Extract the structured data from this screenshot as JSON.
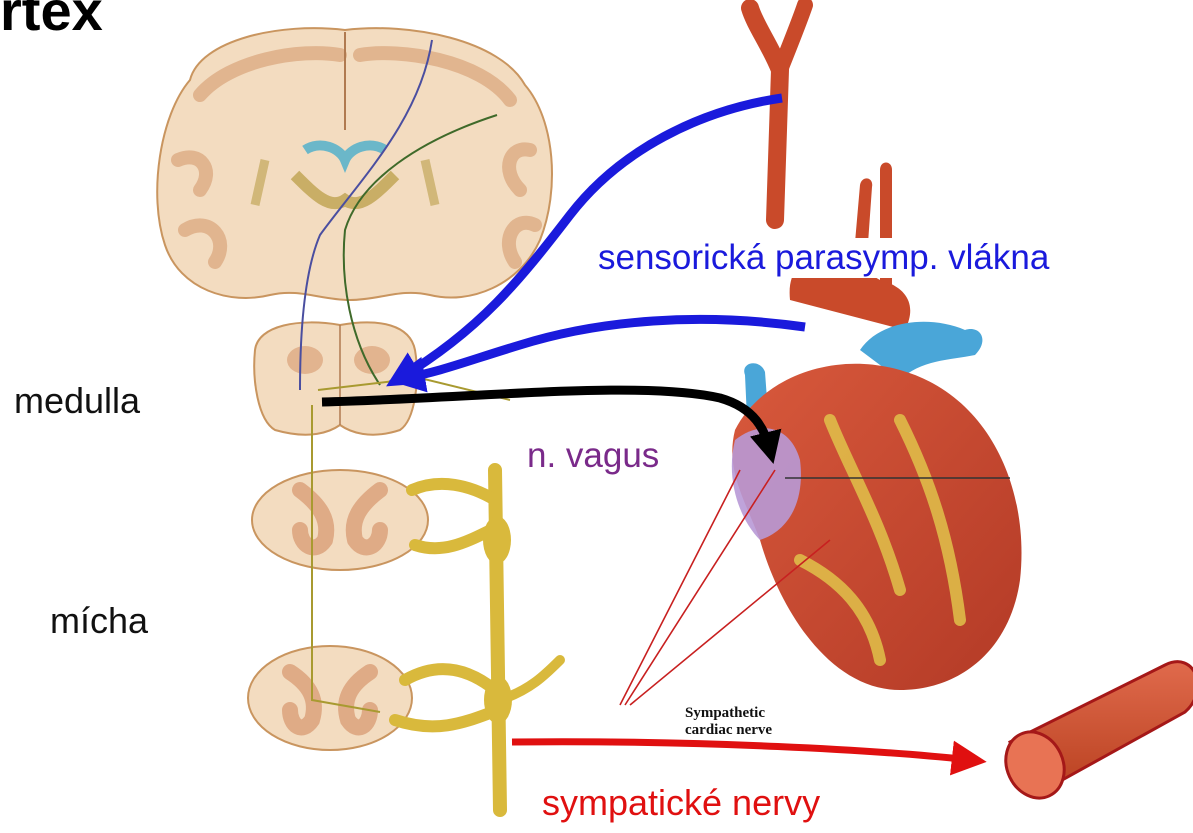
{
  "title_fragment": "rtex",
  "labels": {
    "medulla": "medulla",
    "spinal_cord": "mícha",
    "sensory": "sensorická parasymp. vlákna",
    "vagus": "n. vagus",
    "sympathetic": "sympatické nervy",
    "cardiac_nerve_line1": "Sympathetic",
    "cardiac_nerve_line2": "cardiac nerve"
  },
  "colors": {
    "sensory_arrow": "#1a1adc",
    "vagus_arrow": "#000000",
    "sympathetic_arrow": "#e01010",
    "vagus_text": "#7a2a8a",
    "vessel": "#c94a2a",
    "brain_tissue": "#f3dcc0",
    "gray_matter": "#e2b48f",
    "nerve_yellow": "#d9b93c",
    "heart_red": "#c8452e",
    "aorta_blue": "#4aa6d8"
  }
}
